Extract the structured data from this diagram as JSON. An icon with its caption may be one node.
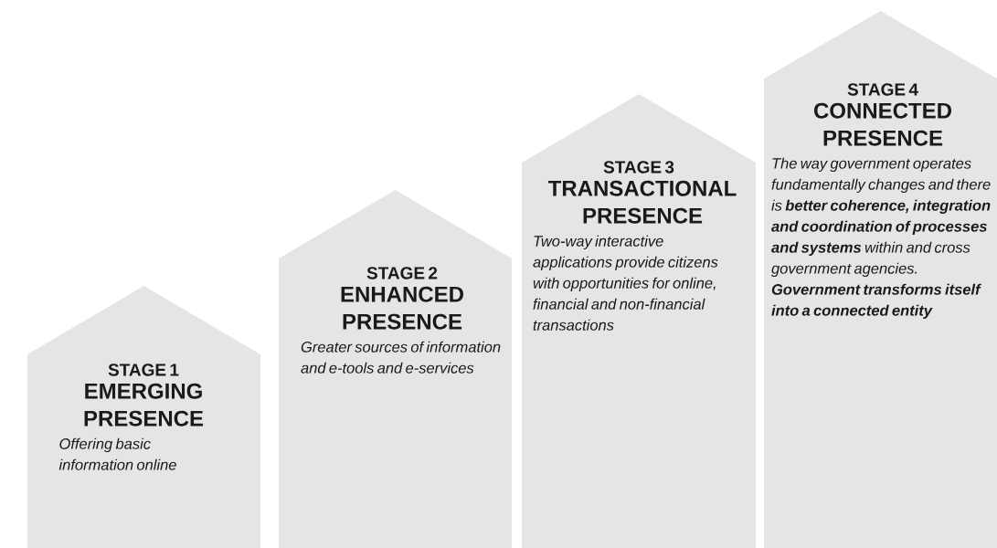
{
  "diagram": {
    "nodes": [
      {
        "text": [
          "STAGE 1",
          "EMERGING PRESENCE",
          "Offering basic information online"
        ]
      },
      {
        "text": [
          "STAGE 2",
          "ENHANCED PRESENCE",
          "Greater sources of information and e-tools and e-services"
        ]
      },
      {
        "text": [
          "STAGE 3",
          "TRANSACTIONAL PRESENCE",
          "Two-way interactive applications provide citizens with opportunities for online, financial and non-financial transactions"
        ]
      },
      {
        "text": [
          "STAGE 4",
          "CONNECTED PRESENCE",
          "The way government operates fundamentally changes and there is **better coherence, integration and coordination of processes and systems** within and cross government agencies. **Government transforms itself into a connected entity**"
        ]
      }
    ]
  }
}
